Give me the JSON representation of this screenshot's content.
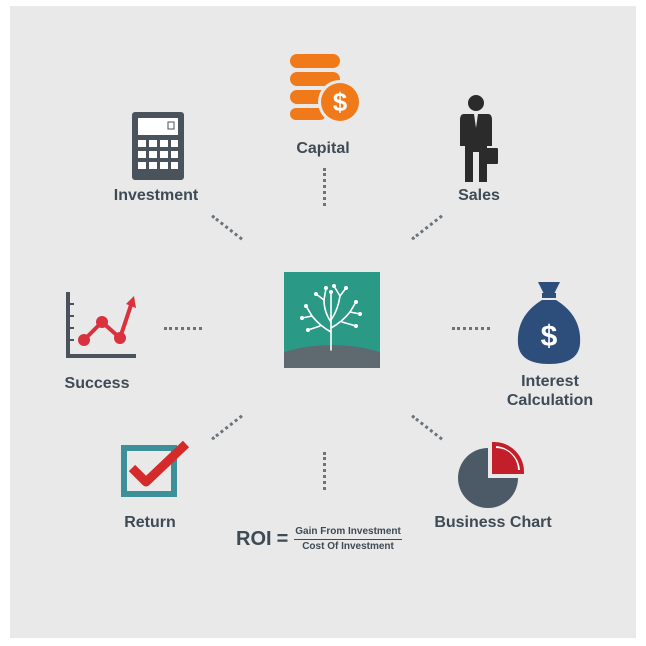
{
  "center": {
    "icon": "tree-circuit-logo"
  },
  "nodes": {
    "capital": {
      "label": "Capital",
      "icon": "coins-dollar-icon",
      "color": "#f07a1a"
    },
    "investment": {
      "label": "Investment",
      "icon": "calculator-icon",
      "color": "#3e4a55"
    },
    "sales": {
      "label": "Sales",
      "icon": "businessman-icon",
      "color": "#2b2b2b"
    },
    "success": {
      "label": "Success",
      "icon": "line-chart-icon",
      "color": "#d9313d"
    },
    "interest": {
      "label": "Interest Calculation",
      "label_line1": "Interest",
      "label_line2": "Calculation",
      "icon": "money-bag-icon",
      "color": "#2d4d7a"
    },
    "return": {
      "label": "Return",
      "icon": "checkbox-checked-icon",
      "color": "#3d8f99"
    },
    "business_chart": {
      "label": "Business Chart",
      "icon": "pie-chart-icon",
      "color": "#4b5a66"
    }
  },
  "formula": {
    "lhs": "ROI",
    "eq": "=",
    "numerator": "Gain From Investment",
    "denominator": "Cost Of Investment"
  }
}
